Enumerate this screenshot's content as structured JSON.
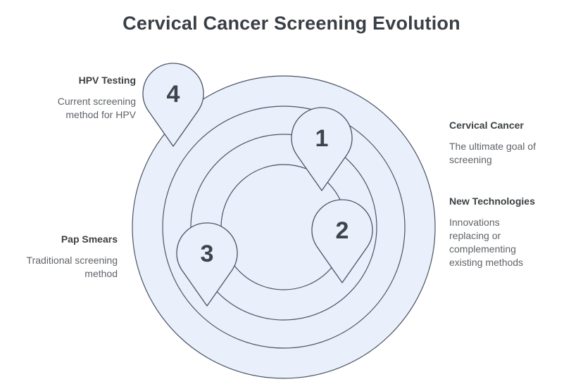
{
  "title": "Cervical Cancer Screening Evolution",
  "colors": {
    "diagram_fill": "#e9f0fb",
    "diagram_stroke": "#4b5363",
    "heading_text": "#3c4043",
    "body_text": "#5f6368",
    "title_text": "#3a3f45",
    "number_text": "#3f444b"
  },
  "items": [
    {
      "number": "1",
      "heading": "Cervical Cancer",
      "description": "The ultimate goal of screening"
    },
    {
      "number": "2",
      "heading": "New Technologies",
      "description": "Innovations replacing or complementing existing methods"
    },
    {
      "number": "3",
      "heading": "Pap Smears",
      "description": "Traditional screening method"
    },
    {
      "number": "4",
      "heading": "HPV Testing",
      "description": "Current screening method for HPV"
    }
  ]
}
